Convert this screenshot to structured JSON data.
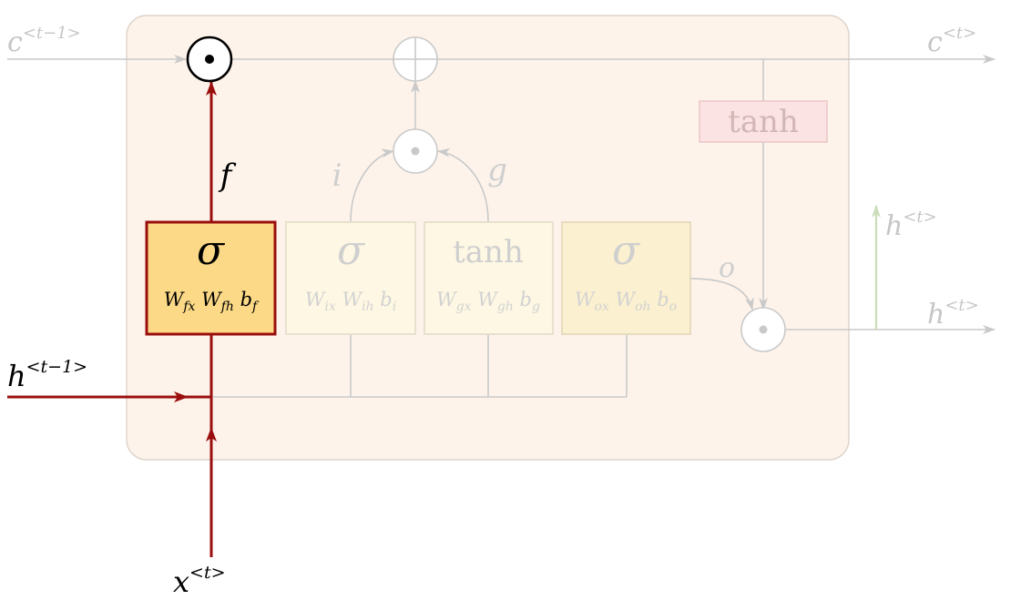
{
  "colors": {
    "cell_bg": "#fdf3ea",
    "cell_border": "#e0d6cd",
    "faded_line": "#c9c9c9",
    "faded_text": "#c6c6c6",
    "active": "#9b0e0e",
    "forget_fill": "#fbd987",
    "faded_gate_fill": "#fdf7e3",
    "output_gate_fill": "#fbf0cf",
    "tanh_box_fill": "#fbe3e3",
    "tanh_box_border": "#ecc9c9",
    "green_arrow": "#c9ddb8"
  },
  "labels": {
    "c_prev": "c",
    "c_prev_sup": "<t−1>",
    "c_next": "c",
    "c_next_sup": "<t>",
    "h_prev": "h",
    "h_prev_sup": "<t−1>",
    "h_next": "h",
    "h_next_sup": "<t>",
    "h_up": "h",
    "h_up_sup": "<t>",
    "x_in": "x",
    "x_in_sup": "<t>",
    "f": "f",
    "i": "i",
    "g": "g",
    "o": "o"
  },
  "gates": {
    "forget": {
      "symbol": "σ",
      "w1": "W",
      "w1_sub": "fx",
      "w2": "W",
      "w2_sub": "fh",
      "b": "b",
      "b_sub": "f"
    },
    "input": {
      "symbol": "σ",
      "w1": "W",
      "w1_sub": "ix",
      "w2": "W",
      "w2_sub": "ih",
      "b": "b",
      "b_sub": "i"
    },
    "candidate": {
      "symbol": "tanh",
      "w1": "W",
      "w1_sub": "gx",
      "w2": "W",
      "w2_sub": "gh",
      "b": "b",
      "b_sub": "g"
    },
    "output": {
      "symbol": "σ",
      "w1": "W",
      "w1_sub": "ox",
      "w2": "W",
      "w2_sub": "oh",
      "b": "b",
      "b_sub": "o"
    }
  },
  "tanh_box": "tanh"
}
